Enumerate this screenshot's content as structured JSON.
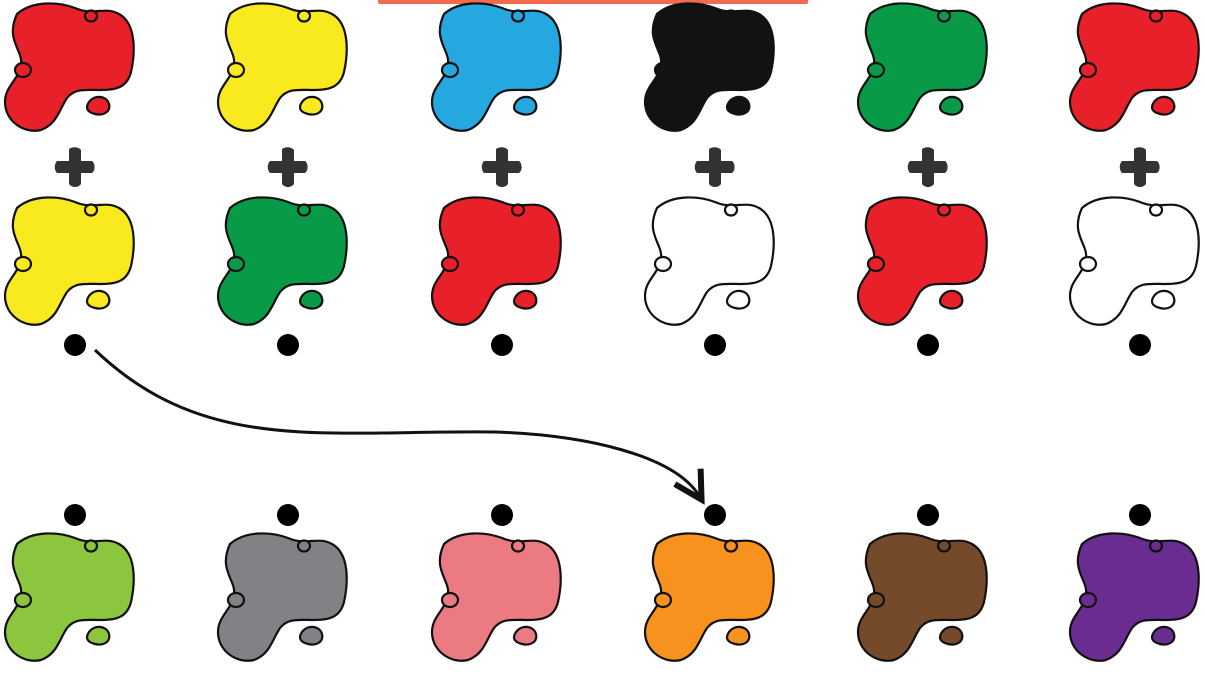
{
  "columns": [
    {
      "id": "red-yellow",
      "first": "#e8202a",
      "second": "#f8ea1e",
      "result": "#8cc63f"
    },
    {
      "id": "yellow-green",
      "first": "#f8ea1e",
      "second": "#099a48",
      "result": "#818285"
    },
    {
      "id": "blue-red",
      "first": "#25a8e0",
      "second": "#e8202a",
      "result": "#ec7a83"
    },
    {
      "id": "black-white",
      "first": "#121212",
      "second": "#ffffff",
      "result": "#f7921e"
    },
    {
      "id": "green-red",
      "first": "#099a48",
      "second": "#e8202a",
      "result": "#754a2a"
    },
    {
      "id": "red-white",
      "first": "#e8202a",
      "second": "#ffffff",
      "result": "#6a2c91"
    }
  ],
  "symbols": {
    "plus_color": "#333333",
    "dot_color": "#000000",
    "top_strip_color": "#f26b4f"
  },
  "connector": {
    "from_column": 1,
    "to_column": 4
  }
}
